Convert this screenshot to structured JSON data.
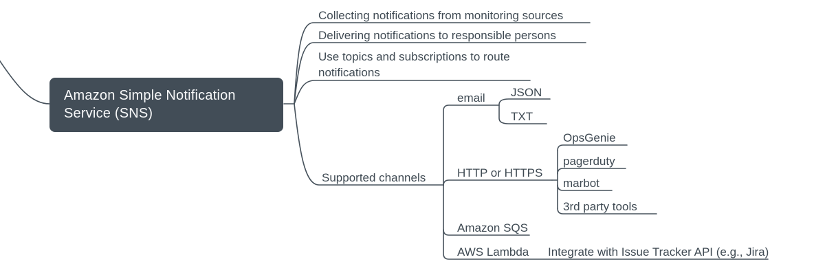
{
  "colors": {
    "background": "#ffffff",
    "root_node_fill": "#424d57",
    "root_node_text": "#f7f8f9",
    "connector_line": "#47525c",
    "label_text": "#3f4a53"
  },
  "mindmap": {
    "root": {
      "label": "Amazon Simple Notification Service (SNS)"
    },
    "branches": [
      {
        "label": "Collecting notifications from monitoring sources"
      },
      {
        "label": "Delivering notifications to responsible persons"
      },
      {
        "label": "Use topics and subscriptions to route notifications"
      },
      {
        "label": "Supported channels",
        "children": [
          {
            "label": "email",
            "children": [
              {
                "label": "JSON"
              },
              {
                "label": "TXT"
              }
            ]
          },
          {
            "label": "HTTP or HTTPS",
            "children": [
              {
                "label": "OpsGenie"
              },
              {
                "label": "pagerduty"
              },
              {
                "label": "marbot"
              },
              {
                "label": "3rd party tools"
              }
            ]
          },
          {
            "label": "Amazon SQS"
          },
          {
            "label": "AWS Lambda",
            "children": [
              {
                "label": "Integrate with Issue Tracker API (e.g., Jira)"
              }
            ]
          }
        ]
      }
    ]
  }
}
